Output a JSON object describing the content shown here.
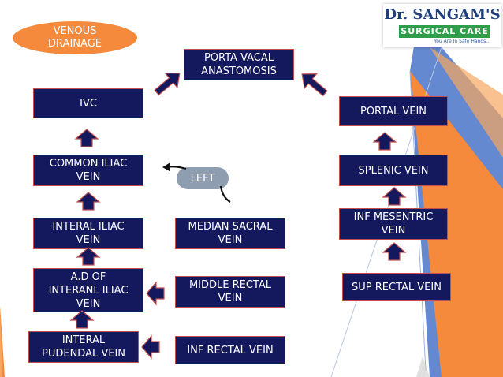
{
  "title": "VENOUS\nDRAINAGE",
  "logo": {
    "name": "Dr. SANGAM'S",
    "subtitle": "SURGICAL CARE",
    "tagline": "You Are In Safe Hands..."
  },
  "nodes": {
    "porta_vacal": "PORTA VACAL\nANASTOMOSIS",
    "ivc": "IVC",
    "portal_vein": "PORTAL VEIN",
    "common_iliac": "COMMON ILIAC\nVEIN",
    "splenic_vein": "SPLENIC VEIN",
    "inf_mesentric": "INF MESENTRIC\nVEIN",
    "interal_iliac": "INTERAL ILIAC\nVEIN",
    "median_sacral": "MEDIAN SACRAL\nVEIN",
    "ad_interanl_iliac": "A.D OF\nINTERANL ILIAC\nVEIN",
    "middle_rectal": "MIDDLE RECTAL\nVEIN",
    "sup_rectal": "SUP RECTAL VEIN",
    "interal_pudendal": "INTERAL\nPUDENDAL VEIN",
    "inf_rectal": "INF RECTAL VEIN"
  },
  "left_label": "LEFT",
  "colors": {
    "box_fill": "#14195e",
    "box_border": "#c0504d",
    "oval": "#f58a3c",
    "orange_band": "#f58a3c",
    "blue_band": "#4a74c8"
  }
}
